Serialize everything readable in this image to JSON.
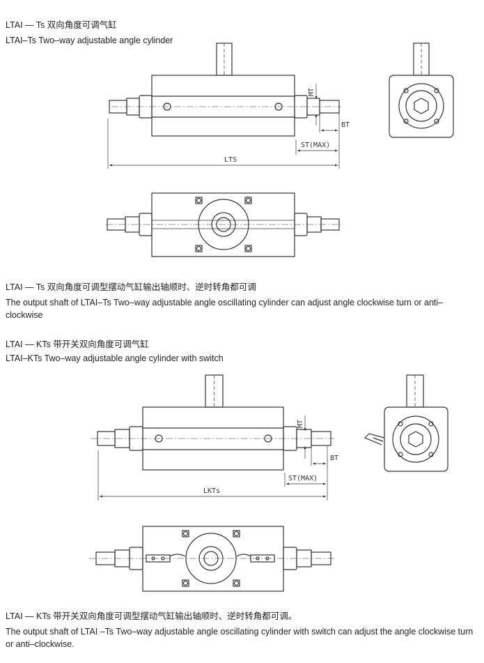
{
  "section1": {
    "title_cn": "LTAI — Ts 双向角度可调气缸",
    "title_en": "LTAI–Ts Two–way adjustable angle cylinder",
    "desc_cn": "LTAI — Ts 双向角度可调型摆动气缸输出轴顺时、逆时转角都可调",
    "desc_en": "The output shaft of LTAI–Ts Two–way adjustable angle oscillating cylinder can adjust angle clockwise turn or anti–clockwise",
    "dims": {
      "mt": "MT",
      "bt": "BT",
      "st": "ST(MAX)",
      "total": "LTS"
    }
  },
  "section2": {
    "title_cn": "LTAI — KTs 带开关双向角度可调气缸",
    "title_en": "LTAI–KTs Two–way adjustable angle cylinder with switch",
    "desc_cn": "LTAI — KTs 带开关双向角度可调型摆动气缸输出轴顺时、逆时转角都可调。",
    "desc_en": "The output shaft of LTAI –Ts Two–way adjustable angle oscillating cylinder with switch can adjust the angle clockwise turn or anti–clockwise.",
    "dims": {
      "mt": "MT",
      "bt": "BT",
      "st": "ST(MAX)",
      "total": "LKTs"
    }
  }
}
